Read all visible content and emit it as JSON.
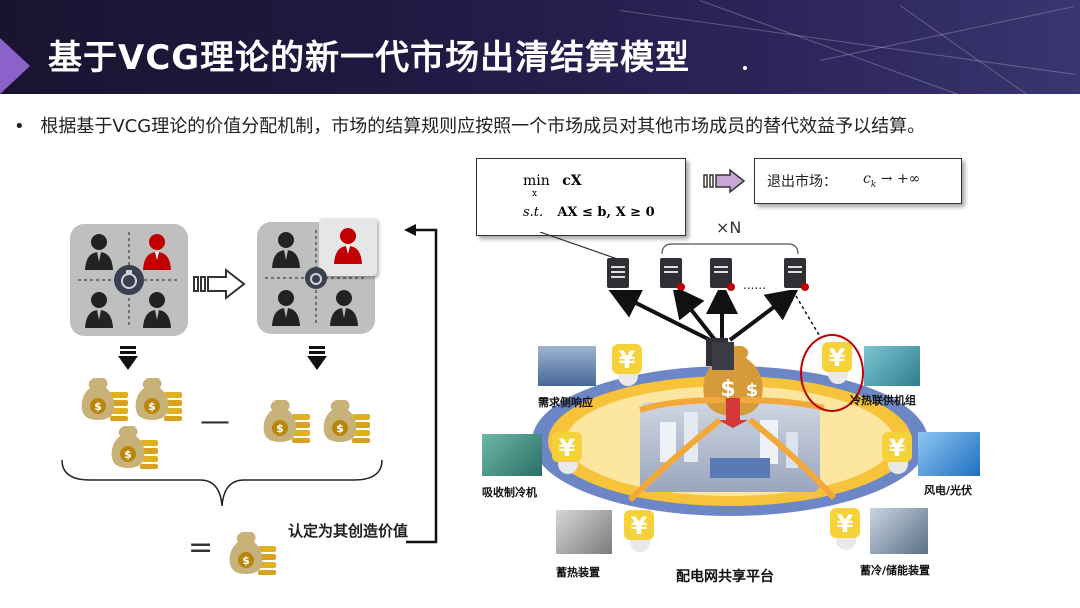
{
  "header": {
    "title": "基于VCG理论的新一代市场出清结算模型"
  },
  "bullet": {
    "marker": "•",
    "text": "根据基于VCG理论的价值分配机制，市场的结算规则应按照一个市场成员对其他市场成员的替代效益予以结算。"
  },
  "left": {
    "minus": "—",
    "equals": "=",
    "value_label": "认定为其创造价值"
  },
  "formula": {
    "min": "min",
    "min_sub": "x",
    "objective": "cX",
    "st": "s.t.",
    "constraint": "AX ≤ b, X ≥ 0"
  },
  "exit_box": {
    "label": "退出市场：",
    "expr_var": "c",
    "expr_sub": "k",
    "expr_rest": " → +∞"
  },
  "multiplier": "×N",
  "dots": "......",
  "platform": {
    "title": "配电网共享平台",
    "nodes": [
      "需求侧响应",
      "冷热联供机组",
      "吸收制冷机",
      "风电/光伏",
      "蓄热装置",
      "蓄冷/储能装置"
    ]
  },
  "colors": {
    "header_bg": "#201a44",
    "accent": "#8a62c8",
    "red": "#c00000",
    "gold": "#d8a21e"
  }
}
